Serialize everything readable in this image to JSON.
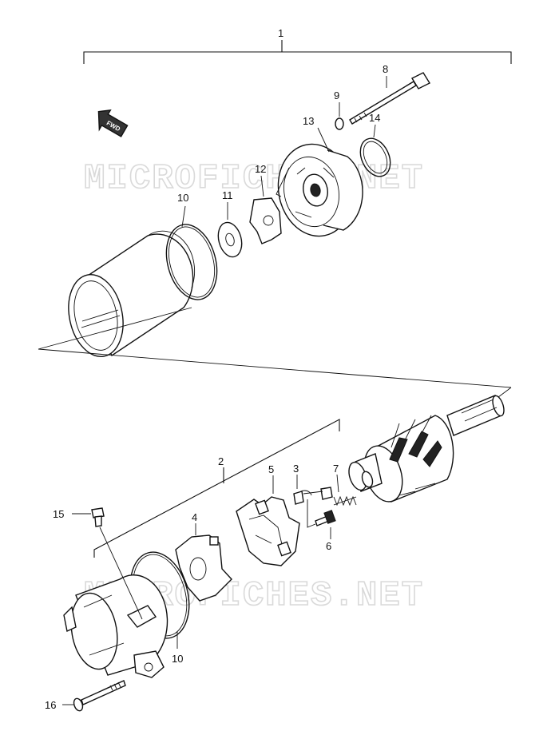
{
  "watermark": "MICROFICHES.NET",
  "fwd_label": "FWD",
  "callouts": {
    "c1": "1",
    "c2": "2",
    "c3": "3",
    "c4": "4",
    "c5": "5",
    "c6": "6",
    "c7": "7",
    "c8": "8",
    "c9": "9",
    "c10a": "10",
    "c10b": "10",
    "c11": "11",
    "c12": "12",
    "c13": "13",
    "c14": "14",
    "c15": "15",
    "c16": "16"
  }
}
